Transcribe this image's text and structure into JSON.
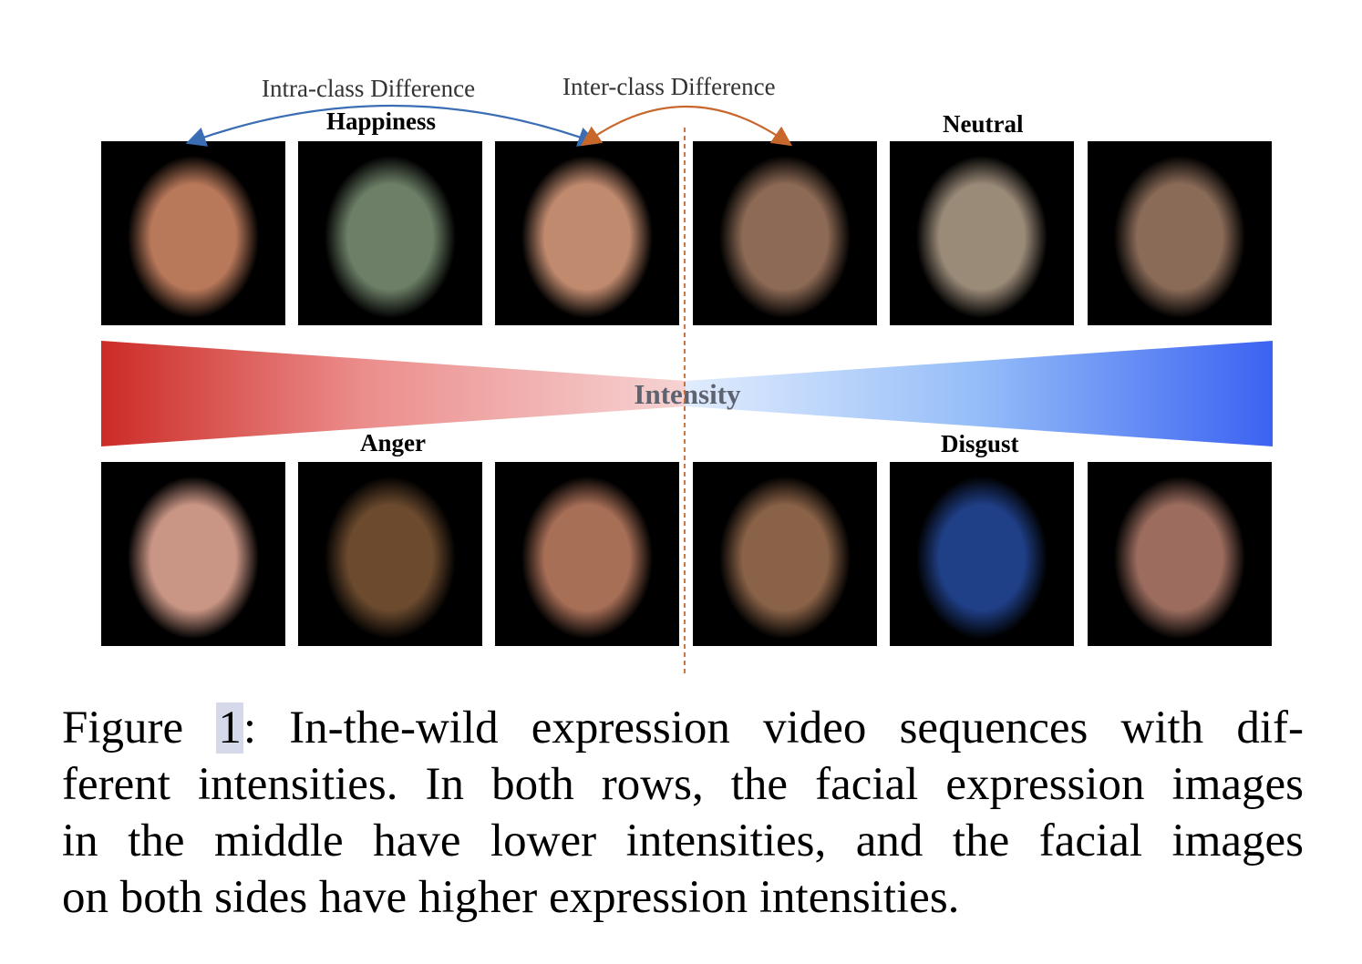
{
  "figure": {
    "labels": {
      "intra": "Intra-class Difference",
      "inter": "Inter-class Difference",
      "happiness": "Happiness",
      "neutral": "Neutral",
      "anger": "Anger",
      "disgust": "Disgust",
      "intensity": "Intensity"
    },
    "colors": {
      "intra_arrow": "#3a6db3",
      "inter_arrow": "#c7672c",
      "divider": "#c7672c",
      "red_end": "#cc2b26",
      "red_mid": "#f2b5b5",
      "blue_mid": "#d3e4fb",
      "blue_end": "#3b62f2",
      "intensity_text": "#5d6470"
    },
    "top_row": [
      {
        "name": "face-happiness-1",
        "tone": "#b8785a"
      },
      {
        "name": "face-happiness-2",
        "tone": "#6d8067"
      },
      {
        "name": "face-happiness-3",
        "tone": "#c08a6e"
      },
      {
        "name": "face-neutral-1",
        "tone": "#8d6a55"
      },
      {
        "name": "face-neutral-2",
        "tone": "#9a8a78"
      },
      {
        "name": "face-neutral-3",
        "tone": "#8a6b58"
      }
    ],
    "bottom_row": [
      {
        "name": "face-anger-1",
        "tone": "#c99584"
      },
      {
        "name": "face-anger-2",
        "tone": "#6b4a2e"
      },
      {
        "name": "face-anger-3",
        "tone": "#a86f57"
      },
      {
        "name": "face-disgust-1",
        "tone": "#8a6247"
      },
      {
        "name": "face-disgust-2",
        "tone": "#1f3f86"
      },
      {
        "name": "face-disgust-3",
        "tone": "#9c6d5f"
      }
    ]
  },
  "caption": {
    "line1_pre": "Figure ",
    "line1_ref": "1",
    "line1_post": ": In-the-wild expression video sequences with dif-",
    "line2": "ferent intensities. In both rows, the facial expression images",
    "line3": "in the middle have lower intensities, and the facial images",
    "line4": "on both sides have higher expression intensities."
  }
}
